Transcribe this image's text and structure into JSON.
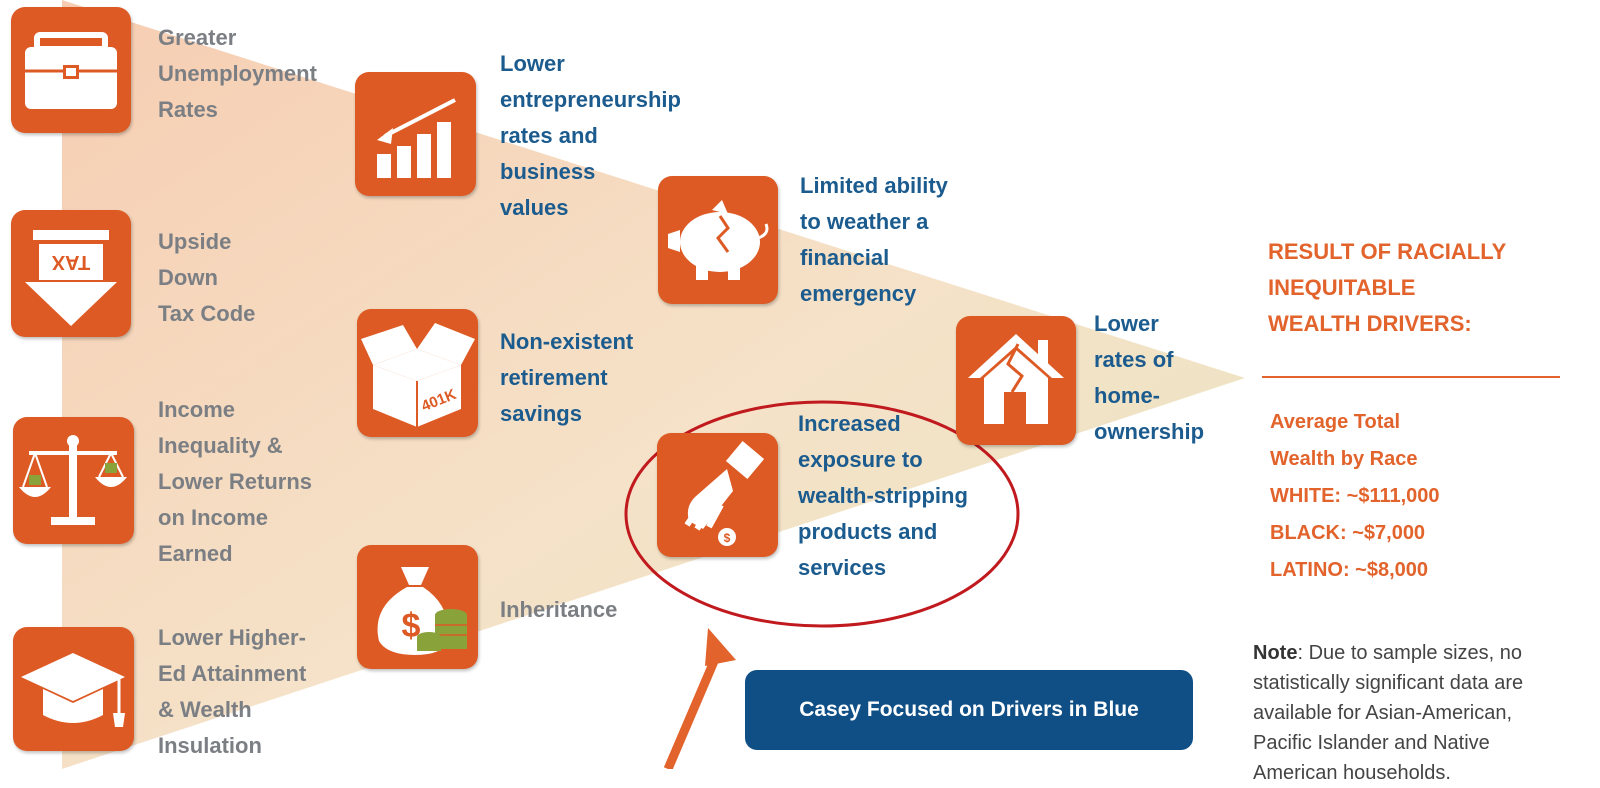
{
  "drivers": {
    "unemployment": [
      "Greater",
      "Unemployment",
      "Rates"
    ],
    "tax_code": [
      "Upside",
      "Down",
      "Tax Code"
    ],
    "income": [
      "Income",
      "Inequality &",
      "Lower Returns",
      "on Income",
      "Earned"
    ],
    "higher_ed": [
      "Lower Higher-",
      "Ed Attainment",
      "& Wealth",
      "Insulation"
    ],
    "entrepreneurship": [
      "Lower",
      "entrepreneurship",
      "rates and",
      "business",
      "values"
    ],
    "retirement": [
      "Non-existent",
      "retirement",
      "savings"
    ],
    "inheritance": [
      "Inheritance"
    ],
    "emergency": [
      "Limited ability",
      "to weather a",
      "financial",
      "emergency"
    ],
    "wealth_stripping": [
      "Increased",
      "exposure to",
      "wealth-stripping",
      "products and",
      "services"
    ],
    "homeownership": [
      "Lower",
      "rates of",
      "home-",
      "ownership"
    ]
  },
  "result": {
    "title_lines": [
      "RESULT OF RACIALLY",
      "INEQUITABLE",
      "WEALTH DRIVERS:"
    ],
    "wealth_lines": [
      "Average Total",
      "Wealth by Race",
      "WHITE:  ~$111,000",
      "BLACK: ~$7,000",
      "LATINO: ~$8,000"
    ]
  },
  "note": {
    "label": "Note",
    "lines": [
      ": Due to sample sizes, no",
      "statistically significant data are",
      "available for Asian-American,",
      "Pacific Islander and Native",
      "American households."
    ]
  },
  "callout": {
    "label": "Casey Focused on Drivers in Blue"
  },
  "icons": {
    "tax_text": "TAX",
    "k401_text": "401K"
  },
  "colors": {
    "icon_orange": "#dd5a24",
    "label_gray": "#7b7f84",
    "label_blue": "#1b5b8e",
    "result_orange": "#e2632b",
    "callout_blue": "#0f4f86",
    "highlight_red": "#c0191e"
  }
}
